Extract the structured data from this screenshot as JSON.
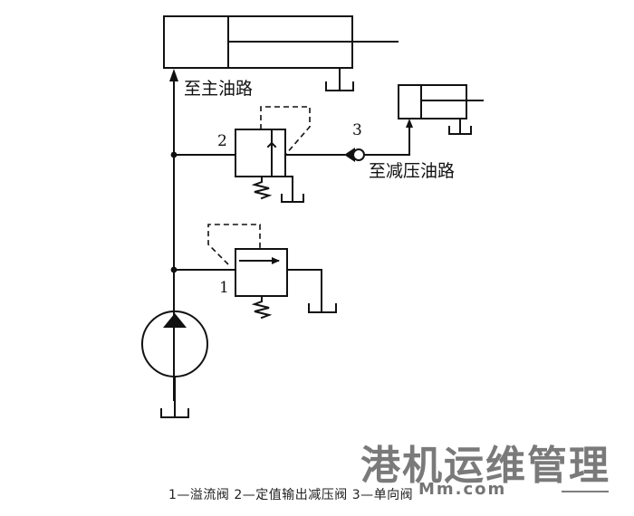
{
  "labels": {
    "main_circuit": "至主油路",
    "reducing_circuit": "至减压油路",
    "num_relief": "1",
    "num_reducing": "2",
    "num_check": "3"
  },
  "caption": "1—溢流阀 2—定值输出减压阀 3—单向阀",
  "watermark": {
    "name": "港机运维管理",
    "url": "Mm.com"
  }
}
